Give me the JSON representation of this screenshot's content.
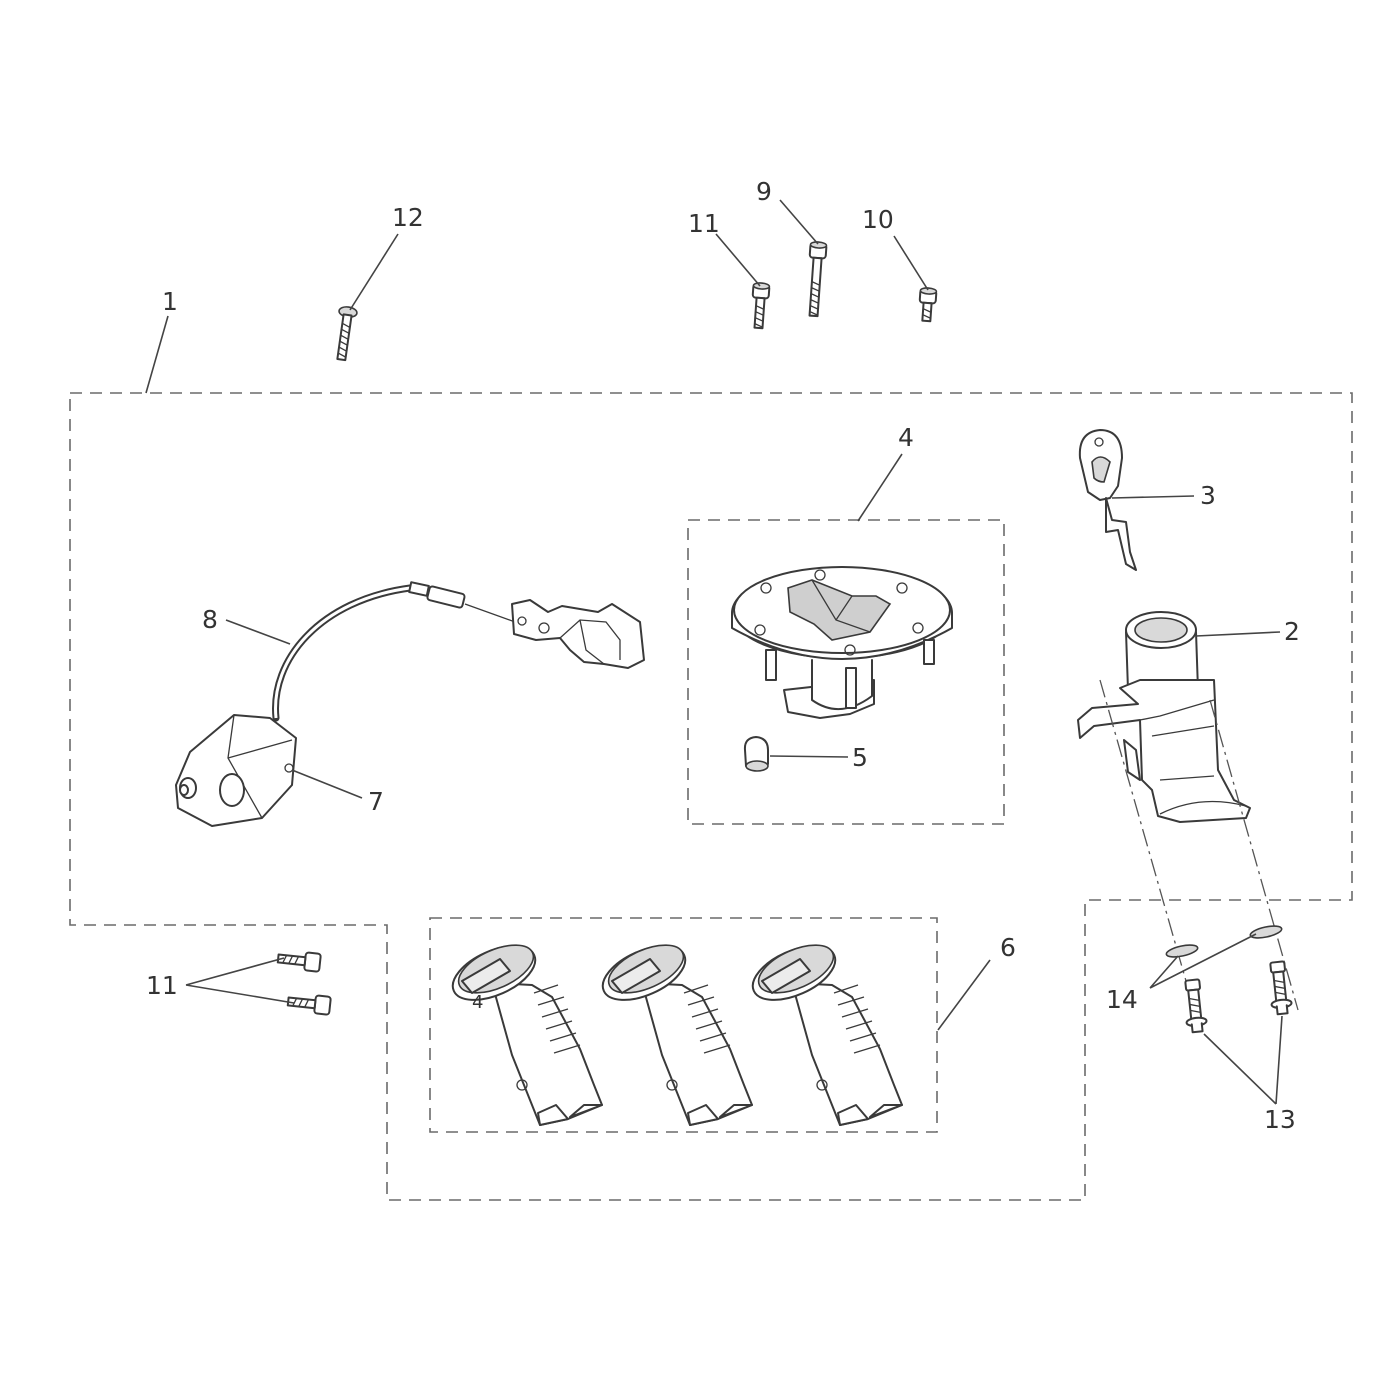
{
  "callouts": {
    "c1": "1",
    "c2": "2",
    "c3": "3",
    "c4": "4",
    "c5": "5",
    "c6": "6",
    "c7": "7",
    "c8": "8",
    "c9": "9",
    "c10": "10",
    "c11a": "11",
    "c11b": "11",
    "c12": "12",
    "c13": "13",
    "c14": "14",
    "c4b": "4"
  },
  "icons": [
    "ignition-switch-icon",
    "key-icon",
    "fuel-cap-icon",
    "lock-barrel-icon",
    "seat-lock-icon",
    "screw-icon"
  ]
}
